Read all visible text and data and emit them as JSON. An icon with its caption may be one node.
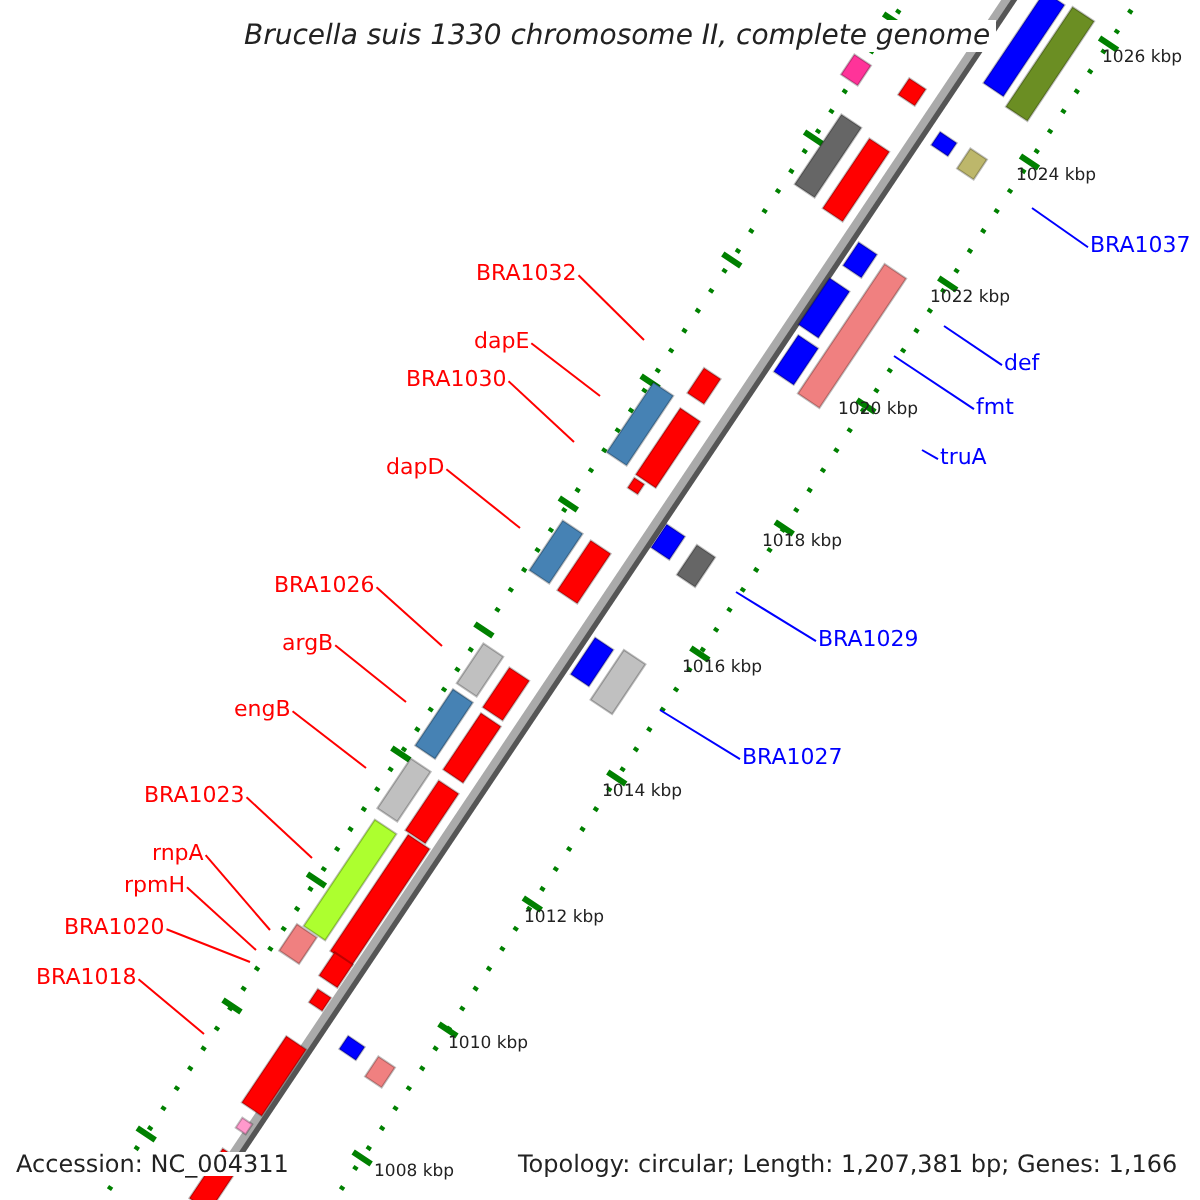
{
  "diagram": {
    "title": "Brucella suis 1330 chromosome II, complete genome",
    "nodes": [
      {
        "text": [
          "BRA1037"
        ]
      },
      {
        "text": [
          "BRA1032"
        ]
      },
      {
        "text": [
          "dapE"
        ]
      },
      {
        "text": [
          "def"
        ]
      },
      {
        "text": [
          "BRA1030"
        ]
      },
      {
        "text": [
          "fmt"
        ]
      },
      {
        "text": [
          "truA"
        ]
      },
      {
        "text": [
          "dapD"
        ]
      },
      {
        "text": [
          "BRA1026"
        ]
      },
      {
        "text": [
          "BRA1029"
        ]
      },
      {
        "text": [
          "argB"
        ]
      },
      {
        "text": [
          "engB"
        ]
      },
      {
        "text": [
          "BRA1027"
        ]
      },
      {
        "text": [
          "BRA1023"
        ]
      },
      {
        "text": [
          "rnpA"
        ]
      },
      {
        "text": [
          "rpmH"
        ]
      },
      {
        "text": [
          "BRA1020"
        ]
      },
      {
        "text": [
          "BRA1018"
        ]
      }
    ],
    "edges": [
      {
        "from": 0,
        "to": null,
        "arrow": "none",
        "color": "#0000ff"
      },
      {
        "from": 1,
        "to": null,
        "arrow": "none"
      },
      {
        "from": 2,
        "to": null,
        "arrow": "none"
      },
      {
        "from": 3,
        "to": null,
        "arrow": "none",
        "color": "#0000ff"
      },
      {
        "from": 4,
        "to": null,
        "arrow": "none"
      },
      {
        "from": 5,
        "to": null,
        "arrow": "none",
        "color": "#0000ff"
      },
      {
        "from": 6,
        "to": null,
        "arrow": "none",
        "color": "#0000ff"
      },
      {
        "from": 7,
        "to": null,
        "arrow": "none"
      },
      {
        "from": 8,
        "to": null,
        "arrow": "none"
      },
      {
        "from": 9,
        "to": null,
        "arrow": "none",
        "color": "#0000ff"
      },
      {
        "from": 10,
        "to": null,
        "arrow": "none"
      },
      {
        "from": 11,
        "to": null,
        "arrow": "none"
      },
      {
        "from": 12,
        "to": null,
        "arrow": "none",
        "color": "#0000ff"
      },
      {
        "from": 13,
        "to": null,
        "arrow": "none"
      },
      {
        "from": 14,
        "to": null,
        "arrow": "none"
      },
      {
        "from": 15,
        "to": null,
        "arrow": "none"
      },
      {
        "from": 16,
        "to": null,
        "arrow": "none"
      },
      {
        "from": 17,
        "to": null,
        "arrow": "none"
      }
    ],
    "labels": [
      "1026 kbp",
      "1024 kbp",
      "1022 kbp",
      "1020 kbp",
      "1018 kbp",
      "1016 kbp",
      "1014 kbp",
      "1012 kbp",
      "1010 kbp",
      "1008 kbp",
      "Accession: NC_004311",
      "Topology: circular; Length: 1,207,381 bp; Genes: 1,166"
    ]
  }
}
